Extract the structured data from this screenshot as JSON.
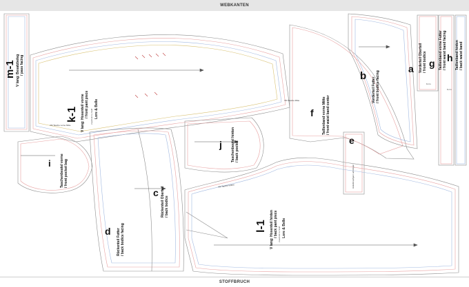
{
  "header": {
    "selvedge": "WEBKANTEN"
  },
  "footer": {
    "fold": "STOFFBRUCH"
  },
  "pieces": {
    "m1": {
      "letter": "m-1",
      "title": "V lang: Besatzbeleg",
      "subtitle": "/ pass facing"
    },
    "k1": {
      "letter": "k-1",
      "title": "V lang: Hosenteil vorne",
      "subtitle": "/ front pant piece",
      "note_a": "Zuschnitt 1x Stoff",
      "note_b": "Lore & Belle"
    },
    "i": {
      "letter": "i",
      "title": "Taschenbeutel vorne",
      "subtitle": "/ front pocket bag"
    },
    "j": {
      "letter": "j",
      "title": "Taschenbeutel hinten",
      "subtitle": "/ back pocket"
    },
    "f": {
      "letter": "f",
      "title": "Taillenband vorne Mitte",
      "subtitle": "/ front waist band center"
    },
    "e": {
      "letter": "e",
      "small": "Häkelknopfgarn anbringen"
    },
    "b": {
      "letter": "b",
      "title": "Vorderteil Futter",
      "subtitle": "/ front bodice facing"
    },
    "a": {
      "letter": "a",
      "title": "Vorderteil Oberteil",
      "subtitle": "/ front bodice"
    },
    "g": {
      "letter": "g",
      "title": "Taillenband vorne Futter",
      "subtitle": "/ front waist band facing"
    },
    "h": {
      "letter": "h",
      "title": "Taillenband hinten",
      "subtitle": "/ back waist band"
    },
    "d": {
      "letter": "d",
      "title": "Rückenteil Futter",
      "subtitle": "/ back bodice facing"
    },
    "c": {
      "letter": "c",
      "title": "Rückenteil Oberteil",
      "subtitle": "/ back bodice"
    },
    "l1": {
      "letter": "l-1",
      "title": "V lang: Hosenteil hinten",
      "subtitle": "/ back pant piece",
      "note_a": "Zuschnitt 1x Stoff",
      "note_b": "Lore & Belle"
    }
  },
  "marks": {
    "vm_mark_left": "VM Tasche vorne Mitte",
    "vm_mark_center": "VM Tasche Mitte",
    "hm_mark": "VM Tasche hinten",
    "ruler_left": "9 cm",
    "ruler_right": "9 cm"
  }
}
